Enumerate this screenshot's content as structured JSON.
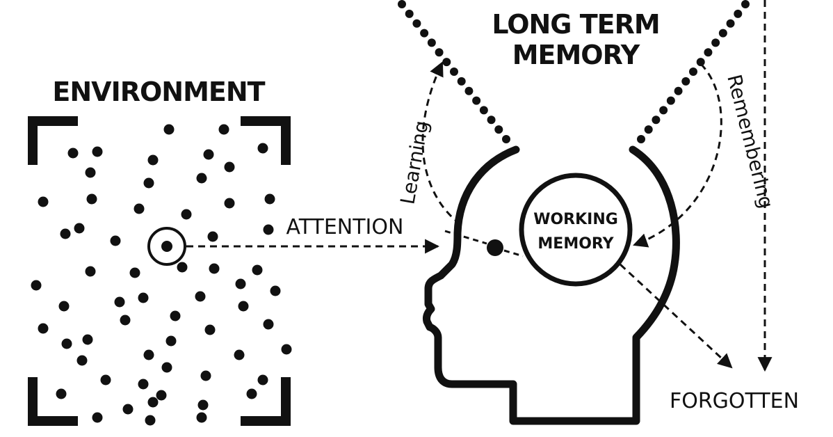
{
  "labels": {
    "environment": "ENVIRONMENT",
    "long_term_line1": "LONG TERM",
    "long_term_line2": "MEMORY",
    "attention": "ATTENTION",
    "working_line1": "WORKING",
    "working_line2": "MEMORY",
    "learning": "Learning",
    "remembering": "Remembering",
    "forgotten": "FORGOTTEN"
  },
  "colors": {
    "ink": "#111111",
    "background": "#ffffff"
  }
}
